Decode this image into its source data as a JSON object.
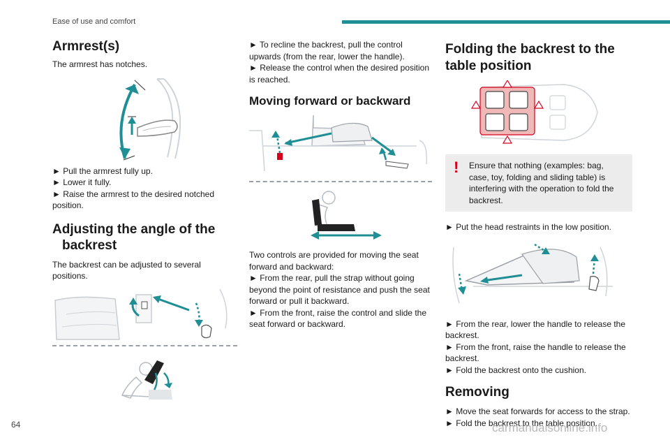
{
  "header": {
    "section": "Ease of use and comfort"
  },
  "page_number": "64",
  "watermark": "carmanualsonline.info",
  "armrest": {
    "title": "Armrest(s)",
    "intro": "The armrest has notches.",
    "steps": [
      "► Pull the armrest fully up.",
      "► Lower it fully.",
      "► Raise the armrest to the desired notched position."
    ]
  },
  "backrest_angle": {
    "title_line1": "Adjusting the angle of the",
    "title_line2": "backrest",
    "intro": "The backrest can be adjusted to several positions.",
    "steps": [
      "► To recline the backrest, pull the control upwards (from the rear, lower the handle).",
      "► Release the control when the desired position is reached."
    ]
  },
  "moving": {
    "title": "Moving forward or backward",
    "intro": "Two controls are provided for moving the seat forward and backward:",
    "steps": [
      "► From the rear, pull the strap without going beyond the point of resistance and push the seat forward or pull it backward.",
      "► From the front, raise the control and slide the seat forward or backward."
    ]
  },
  "folding": {
    "title_line1": "Folding the backrest to the",
    "title_line2": "table position",
    "warning": "Ensure that nothing (examples: bag, case, toy, folding and sliding table) is interfering with the operation to fold the backrest.",
    "step_head": "► Put the head restraints in the low position.",
    "steps": [
      "► From the rear, lower the handle to release the backrest.",
      "► From the front, raise the handle to release the backrest.",
      "► Fold the backrest onto the cushion."
    ]
  },
  "removing": {
    "title": "Removing",
    "steps": [
      "► Move the seat forwards for access to the strap.",
      "► Fold the backrest to the table position."
    ]
  },
  "colors": {
    "accent": "#1f8f95",
    "warning": "#d6001c",
    "gray_box": "#ececec"
  }
}
